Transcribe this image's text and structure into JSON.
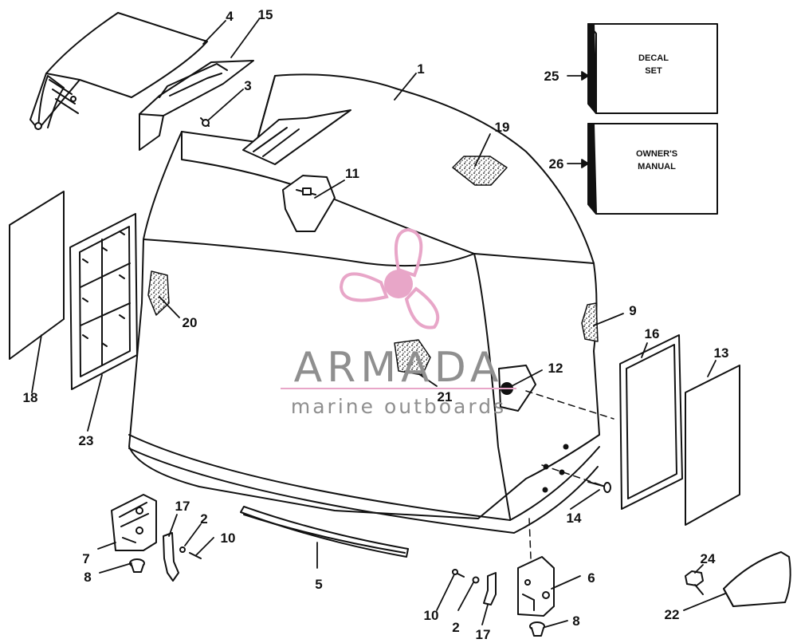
{
  "callouts": {
    "c1": "1",
    "c2a": "2",
    "c2b": "2",
    "c3": "3",
    "c4": "4",
    "c5": "5",
    "c6": "6",
    "c7": "7",
    "c8a": "8",
    "c8b": "8",
    "c9": "9",
    "c10a": "10",
    "c10b": "10",
    "c11": "11",
    "c12": "12",
    "c13": "13",
    "c14": "14",
    "c15": "15",
    "c16": "16",
    "c17a": "17",
    "c17b": "17",
    "c18": "18",
    "c19": "19",
    "c20": "20",
    "c21": "21",
    "c22": "22",
    "c23": "23",
    "c24": "24",
    "c25": "25",
    "c26": "26"
  },
  "boxes": {
    "decal_line1": "DECAL",
    "decal_line2": "SET",
    "manual_line1": "OWNER'S",
    "manual_line2": "MANUAL"
  },
  "watermark": {
    "title": "ARMADA",
    "subtitle": "marine outboards",
    "logo_color": "#e8a6c8",
    "text_color": "#8f8f8f"
  }
}
